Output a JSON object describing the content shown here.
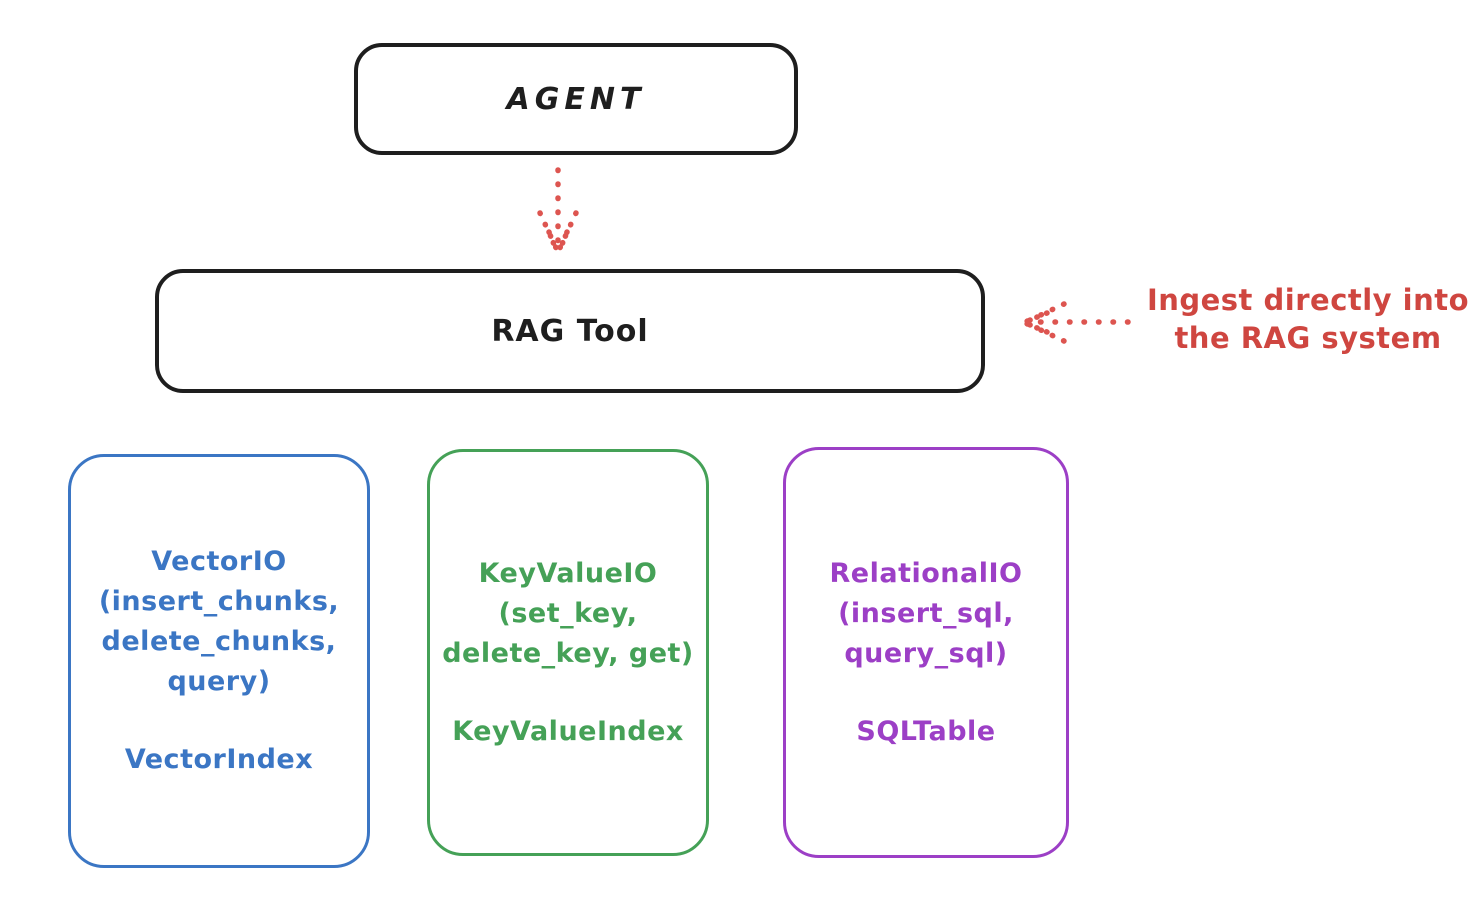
{
  "agent": {
    "label": "AGENT"
  },
  "rag_tool": {
    "label": "RAG Tool"
  },
  "annotation": {
    "lines": [
      "Ingest directly into",
      "the RAG system"
    ]
  },
  "columns": [
    {
      "name": "vector-io",
      "color": "#3b76c4",
      "lines": [
        "VectorIO",
        "(insert_chunks,",
        "delete_chunks,",
        "query)"
      ],
      "index": "VectorIndex"
    },
    {
      "name": "keyvalue-io",
      "color": "#45a157",
      "lines": [
        "KeyValueIO",
        "(set_key,",
        "delete_key, get)"
      ],
      "index": "KeyValueIndex"
    },
    {
      "name": "relational-io",
      "color": "#9c3fc6",
      "lines": [
        "RelationalIO",
        "(insert_sql,",
        "query_sql)"
      ],
      "index": "SQLTable"
    }
  ],
  "colors": {
    "stroke": "#1e1e1e",
    "annotation_red": "#cf4640",
    "arrow_red": "#dd5550",
    "blue": "#3b76c4",
    "green": "#45a157",
    "purple": "#9c3fc6",
    "background": "#ffffff"
  }
}
